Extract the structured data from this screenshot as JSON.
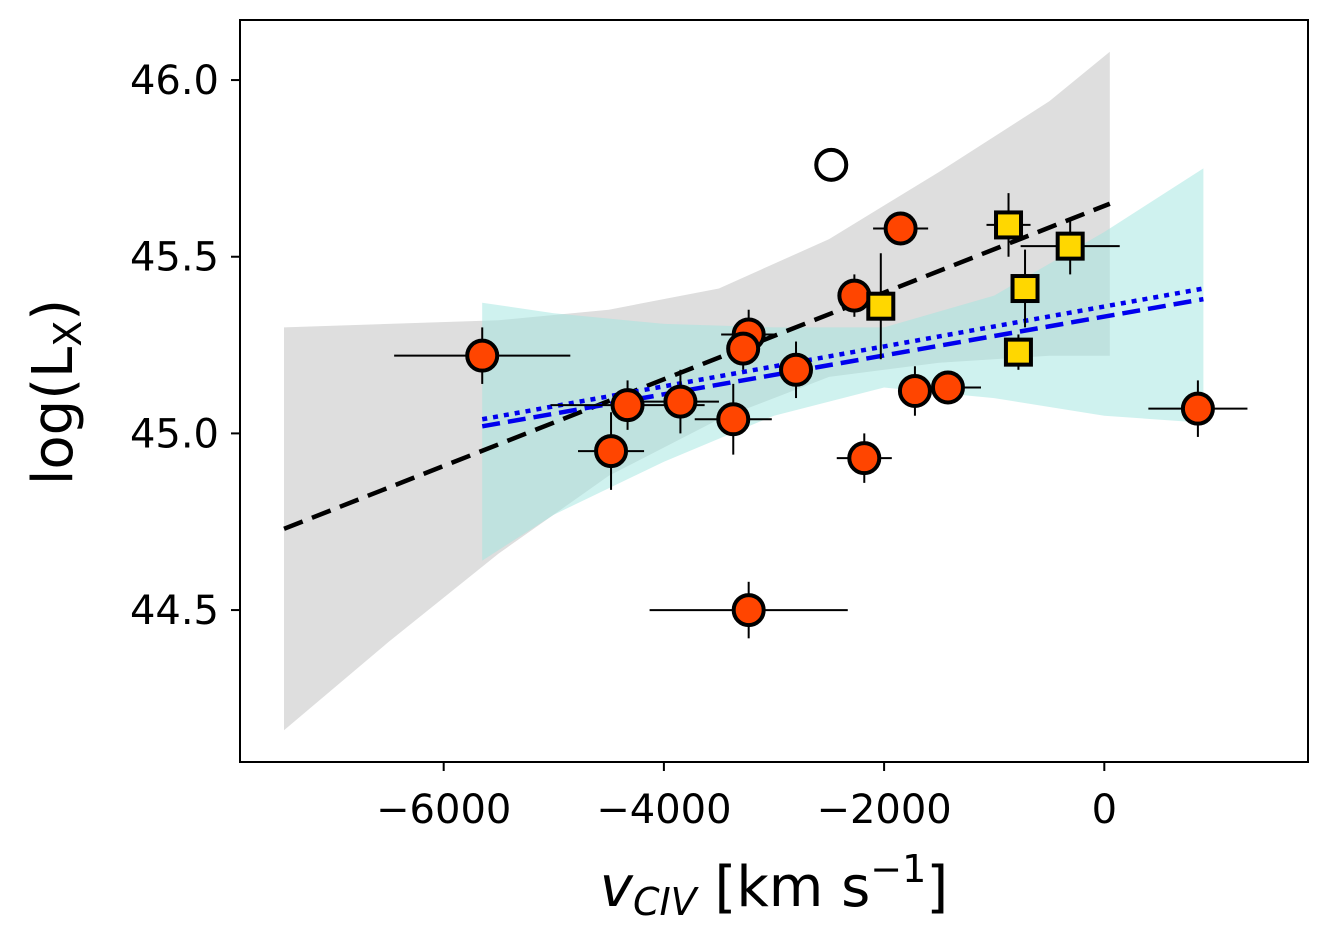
{
  "chart_data": {
    "type": "scatter",
    "xlabel": {
      "main": "v",
      "sub": "CIV",
      "rest": " [km s",
      "sup": "−1",
      "end": "]"
    },
    "ylabel": {
      "main": "log(L",
      "sub": "X",
      "end": ")"
    },
    "xlim": [
      -7850,
      1850
    ],
    "ylim": [
      44.07,
      46.17
    ],
    "xticks": [
      {
        "value": -6000,
        "label": "−6000"
      },
      {
        "value": -4000,
        "label": "−4000"
      },
      {
        "value": -2000,
        "label": "−2000"
      },
      {
        "value": 0,
        "label": "0"
      }
    ],
    "yticks": [
      {
        "value": 44.5,
        "label": "44.5"
      },
      {
        "value": 45.0,
        "label": "45.0"
      },
      {
        "value": 45.5,
        "label": "45.5"
      },
      {
        "value": 46.0,
        "label": "46.0"
      }
    ],
    "colors": {
      "circle_fill": "#ff4500",
      "square_fill": "#ffd700",
      "gray_band": "#dedede",
      "cyan_band": "#9fe5e0",
      "black_fit": "#000000",
      "blue_fit": "#0000ee"
    },
    "bands": [
      {
        "name": "gray",
        "x": [
          -7450,
          -6500,
          -5500,
          -4500,
          -3500,
          -2500,
          -1500,
          -500,
          50
        ],
        "lower": [
          44.16,
          44.41,
          44.66,
          44.88,
          45.04,
          45.16,
          45.2,
          45.22,
          45.22
        ],
        "upper": [
          45.3,
          45.31,
          45.32,
          45.35,
          45.41,
          45.55,
          45.74,
          45.94,
          46.08
        ]
      },
      {
        "name": "cyan",
        "x": [
          -5650,
          -5000,
          -4000,
          -3000,
          -2000,
          -1000,
          0,
          900
        ],
        "lower": [
          44.64,
          44.77,
          44.92,
          45.05,
          45.13,
          45.1,
          45.05,
          45.03
        ],
        "upper": [
          45.37,
          45.34,
          45.31,
          45.3,
          45.3,
          45.39,
          45.57,
          45.75
        ]
      }
    ],
    "fit_lines": [
      {
        "name": "black-dashed",
        "x": [
          -7450,
          50
        ],
        "y": [
          44.73,
          45.65
        ],
        "dash": "20,10"
      },
      {
        "name": "blue-dashed",
        "x": [
          -5650,
          900
        ],
        "y": [
          45.02,
          45.38
        ],
        "dash": "18,8"
      },
      {
        "name": "blue-dotted",
        "x": [
          -5650,
          900
        ],
        "y": [
          45.04,
          45.41
        ],
        "dash": "5,6"
      }
    ],
    "series": [
      {
        "marker": "circle",
        "points": [
          {
            "x": -5650,
            "y": 45.22,
            "xerr": 800,
            "yerr": 0.08
          },
          {
            "x": -4480,
            "y": 44.95,
            "xerr": 300,
            "yerr": 0.11
          },
          {
            "x": -4330,
            "y": 45.08,
            "xerr": 700,
            "yerr": 0.07
          },
          {
            "x": -3850,
            "y": 45.09,
            "xerr": 350,
            "yerr": 0.09
          },
          {
            "x": -3370,
            "y": 45.04,
            "xerr": 350,
            "yerr": 0.1
          },
          {
            "x": -3230,
            "y": 45.28,
            "xerr": 250,
            "yerr": 0.07
          },
          {
            "x": -3280,
            "y": 45.24,
            "xerr": 100,
            "yerr": 0.06
          },
          {
            "x": -3230,
            "y": 44.5,
            "xerr": 900,
            "yerr": 0.08
          },
          {
            "x": -2800,
            "y": 45.18,
            "xerr": 150,
            "yerr": 0.08
          },
          {
            "x": -2270,
            "y": 45.39,
            "xerr": 150,
            "yerr": 0.06
          },
          {
            "x": -2180,
            "y": 44.93,
            "xerr": 250,
            "yerr": 0.07
          },
          {
            "x": -1850,
            "y": 45.58,
            "xerr": 250,
            "yerr": 0.03
          },
          {
            "x": -1720,
            "y": 45.12,
            "xerr": 150,
            "yerr": 0.07
          },
          {
            "x": -1420,
            "y": 45.13,
            "xerr": 300,
            "yerr": 0.04
          },
          {
            "x": 850,
            "y": 45.07,
            "xerr": 450,
            "yerr": 0.08
          }
        ]
      },
      {
        "marker": "square",
        "points": [
          {
            "x": -2030,
            "y": 45.36,
            "xerr": 100,
            "yerr": 0.15
          },
          {
            "x": -870,
            "y": 45.59,
            "xerr": 200,
            "yerr": 0.09
          },
          {
            "x": -720,
            "y": 45.41,
            "xerr": 100,
            "yerr": 0.11
          },
          {
            "x": -780,
            "y": 45.23,
            "xerr": 100,
            "yerr": 0.05
          },
          {
            "x": -310,
            "y": 45.53,
            "xerr": 450,
            "yerr": 0.08
          }
        ]
      },
      {
        "marker": "open-circle",
        "points": [
          {
            "x": -2480,
            "y": 45.76
          }
        ]
      }
    ]
  }
}
